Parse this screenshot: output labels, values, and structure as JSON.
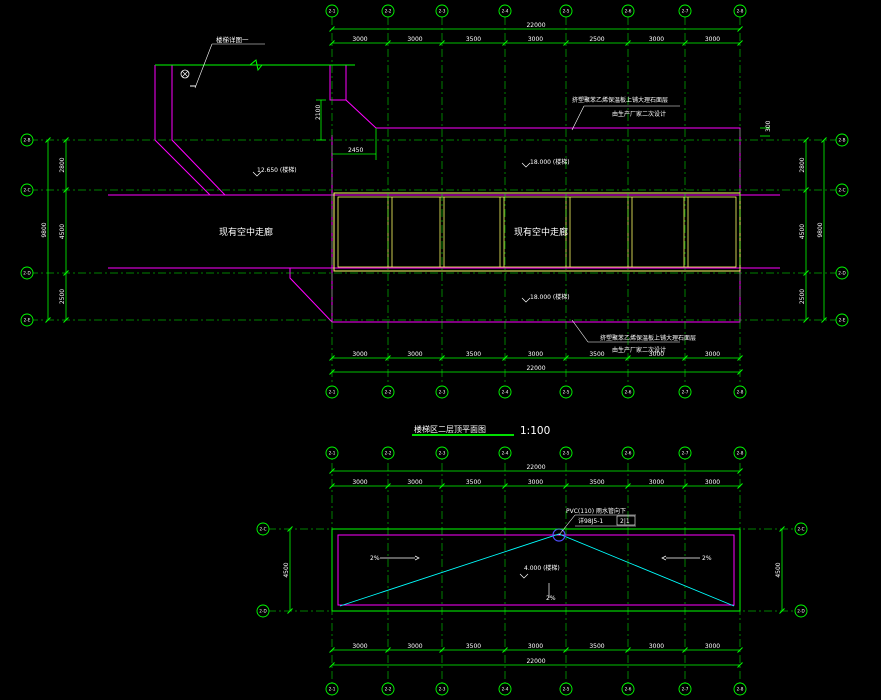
{
  "colors": {
    "background": "#000000",
    "green": "#00ff00",
    "magenta": "#ff00ff",
    "yellow": "#ffff66",
    "cyan": "#00ffff",
    "white": "#ffffff",
    "blue": "#5050ff"
  },
  "plan1": {
    "top_axes": [
      "2-1",
      "2-2",
      "2-3",
      "2-4",
      "2-5",
      "2-6",
      "2-7",
      "2-8"
    ],
    "bottom_axes": [
      "2-1",
      "2-2",
      "2-3",
      "2-4",
      "2-5",
      "2-6",
      "2-7",
      "2-8"
    ],
    "left_axes": [
      "2-B",
      "2-C",
      "2-D",
      "2-E"
    ],
    "right_axes": [
      "2-B",
      "2-C",
      "2-D",
      "2-E"
    ],
    "top_dims": [
      "3000",
      "3000",
      "3500",
      "3000",
      "2500",
      "3000",
      "3000"
    ],
    "top_total": "22000",
    "bottom_dims": [
      "3000",
      "3000",
      "3500",
      "3000",
      "3500",
      "3000",
      "3000"
    ],
    "bottom_total": "22000",
    "left_dims": [
      "2800",
      "4500",
      "2500"
    ],
    "left_total": "9800",
    "right_dims": [
      "2800",
      "4500",
      "2500"
    ],
    "right_total": "9800",
    "dim_2100": "2100",
    "dim_2450": "2450",
    "dim_300": "300",
    "label_top_left": "楼梯详图一",
    "level_left": "12.650 (楼梯)",
    "level_mid_top": "18.000 (楼梯)",
    "level_mid_bottom": "18.000 (楼梯)",
    "corridor_left": "现有空中走廊",
    "corridor_right": "现有空中走廊",
    "note_top_1": "挤塑聚苯乙烯保温板上铺大理石面层",
    "note_top_2": "由生产厂家二次设计",
    "note_bottom_1": "挤塑聚苯乙烯保温板上铺大理石面层",
    "note_bottom_2": "由生产厂家二次设计"
  },
  "plan2": {
    "title": "楼梯区二层顶平面图",
    "scale": "1:100",
    "top_axes": [
      "2-1",
      "2-2",
      "2-3",
      "2-4",
      "2-5",
      "2-6",
      "2-7",
      "2-8"
    ],
    "bottom_axes": [
      "2-1",
      "2-2",
      "2-3",
      "2-4",
      "2-5",
      "2-6",
      "2-7",
      "2-8"
    ],
    "left_axes": [
      "2-C",
      "2-D"
    ],
    "right_axes": [
      "2-C",
      "2-D"
    ],
    "top_dims": [
      "3000",
      "3000",
      "3500",
      "3000",
      "3500",
      "3000",
      "3000"
    ],
    "top_total": "22000",
    "bottom_dims": [
      "3000",
      "3000",
      "3500",
      "3000",
      "3500",
      "3000",
      "3000"
    ],
    "bottom_total": "22000",
    "left_dim": "4500",
    "right_dim": "4500",
    "drain_note": "PVC(110) 雨水管向下",
    "drain_ref": "详98J5-1",
    "drain_tag": "2|1",
    "slope_left": "2%",
    "slope_right": "2%",
    "slope_center": "2%",
    "level": "4.000 (楼梯)"
  }
}
